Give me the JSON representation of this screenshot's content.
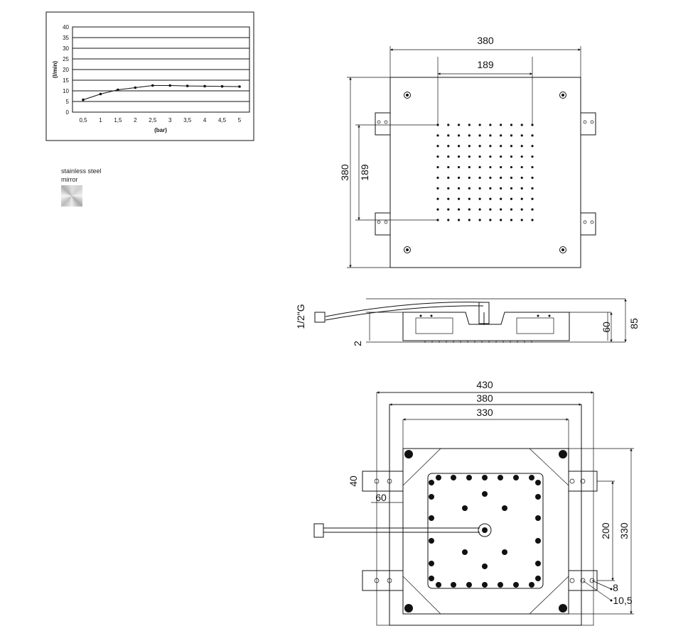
{
  "chart_data": {
    "type": "line",
    "ylabel": "(l/min)",
    "xlabel": "(bar)",
    "x_ticks": [
      "0,5",
      "1",
      "1,5",
      "2",
      "2,5",
      "3",
      "3,5",
      "4",
      "4,5",
      "5"
    ],
    "y_ticks": [
      "0",
      "5",
      "10",
      "15",
      "20",
      "25",
      "30",
      "35",
      "40"
    ],
    "x": [
      0.5,
      1,
      1.5,
      2,
      2.5,
      3,
      3.5,
      4,
      4.5,
      5
    ],
    "series": [
      {
        "values": [
          5.8,
          8.5,
          10.5,
          11.5,
          12.5,
          12.5,
          12.3,
          12.2,
          12.1,
          12.0
        ]
      }
    ],
    "xlim": [
      0.5,
      5
    ],
    "ylim": [
      0,
      40
    ],
    "grid": "horizontal"
  },
  "finish": {
    "material": "stainless steel",
    "surface": "mirror"
  },
  "dimensions": {
    "top_view": {
      "width": "380",
      "hole_span": "189",
      "height": "380",
      "hole_span_v": "189"
    },
    "side_view": {
      "thread": "1/2\"G",
      "gap": "2",
      "body_height": "60",
      "total_height": "85"
    },
    "bottom_view": {
      "overall": "430",
      "frame": "380",
      "plate": "330",
      "bracket": "40",
      "offset": "60",
      "bracket_span": "200",
      "plate_height": "330",
      "hole_small": "8",
      "hole_large": "10,5"
    }
  }
}
